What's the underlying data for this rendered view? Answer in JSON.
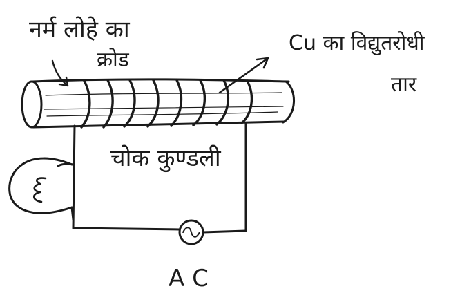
{
  "labels": {
    "soft_iron_core": [
      "नर्म लोहे का",
      "क्रोड"
    ],
    "copper_wire": [
      "Cu का विद्युतरोधी",
      "तार"
    ],
    "choke_coil": "चोक कुण्डली",
    "ac_source": "A C"
  },
  "colors": {
    "ink": "#1a1a1a",
    "background": "#ffffff"
  }
}
